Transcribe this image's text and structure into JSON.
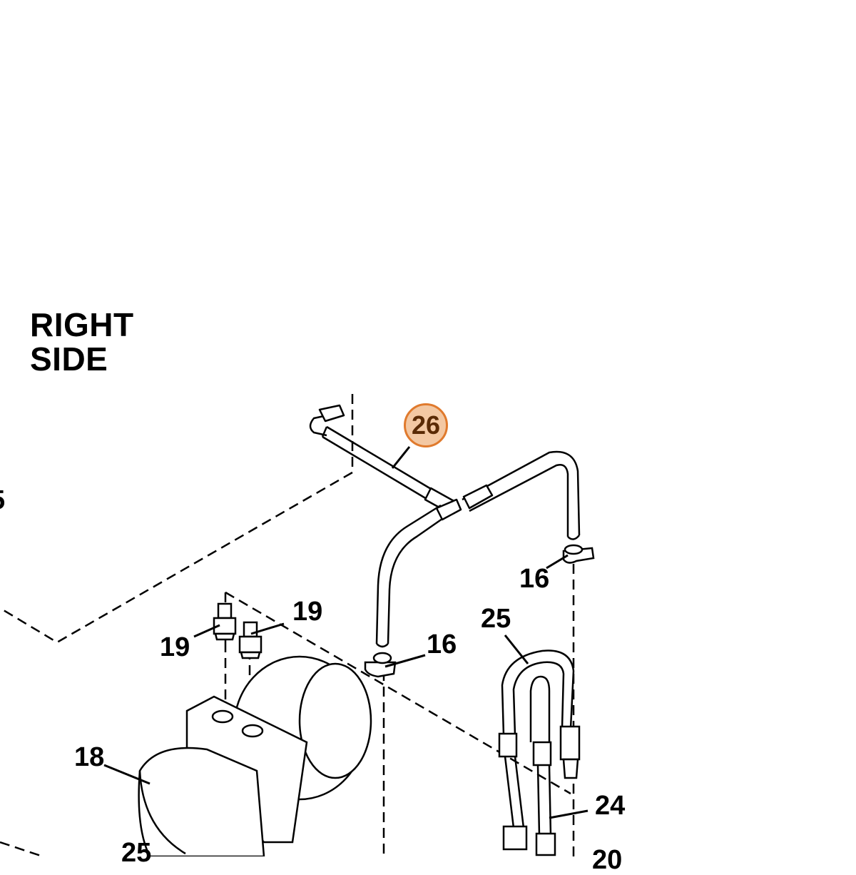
{
  "title": {
    "line1": "RIGHT",
    "line2": "SIDE"
  },
  "highlight": {
    "label": "26",
    "fill": "#f3c8a3",
    "stroke": "#e07a2d"
  },
  "callouts": {
    "left_edge": "5",
    "clamp_upper": "16",
    "clamp_mid": "16",
    "fitting_left": "19",
    "fitting_right": "19",
    "hose_upper": "25",
    "hose_bottom": "25",
    "motor": "18",
    "hose_pair": "24",
    "bottom_right_partial": "20"
  }
}
